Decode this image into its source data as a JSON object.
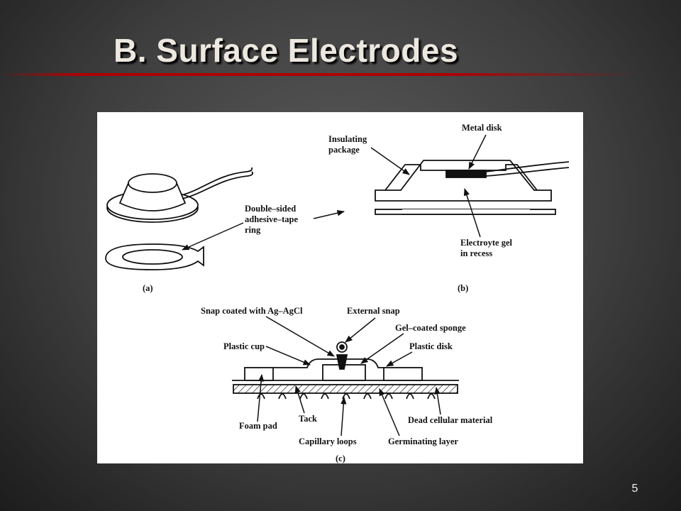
{
  "slide": {
    "title": "B. Surface Electrodes",
    "page_number": "5"
  },
  "figure": {
    "a": {
      "caption": "(a)",
      "tape_label": [
        "Double–sided",
        "adhesive–tape",
        "ring"
      ]
    },
    "b": {
      "caption": "(b)",
      "insulating_label": [
        "Insulating",
        "package"
      ],
      "metal_disk_label": "Metal disk",
      "gel_label": [
        "Electroyte gel",
        "in recess"
      ]
    },
    "c": {
      "caption": "(c)",
      "snap_label": "Snap coated with Ag–AgCl",
      "external_snap_label": "External snap",
      "sponge_label": "Gel–coated sponge",
      "plastic_cup_label": "Plastic cup",
      "plastic_disk_label": "Plastic disk",
      "foam_pad_label": "Foam pad",
      "tack_label": "Tack",
      "dead_layer_label": "Dead cellular material",
      "capillary_label": "Capillary loops",
      "germinating_label": "Germinating layer"
    }
  }
}
